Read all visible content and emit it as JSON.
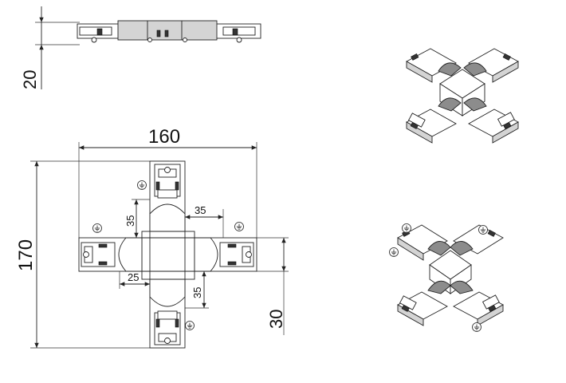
{
  "dimensions": {
    "width": "160",
    "height": "170",
    "thickness": "20",
    "arm_width": "30",
    "arm_offset_a": "35",
    "arm_offset_b": "35",
    "arm_offset_c": "35",
    "arm_offset_d": "25"
  },
  "icons": {
    "earth_symbol": "ground-symbol-icon"
  }
}
